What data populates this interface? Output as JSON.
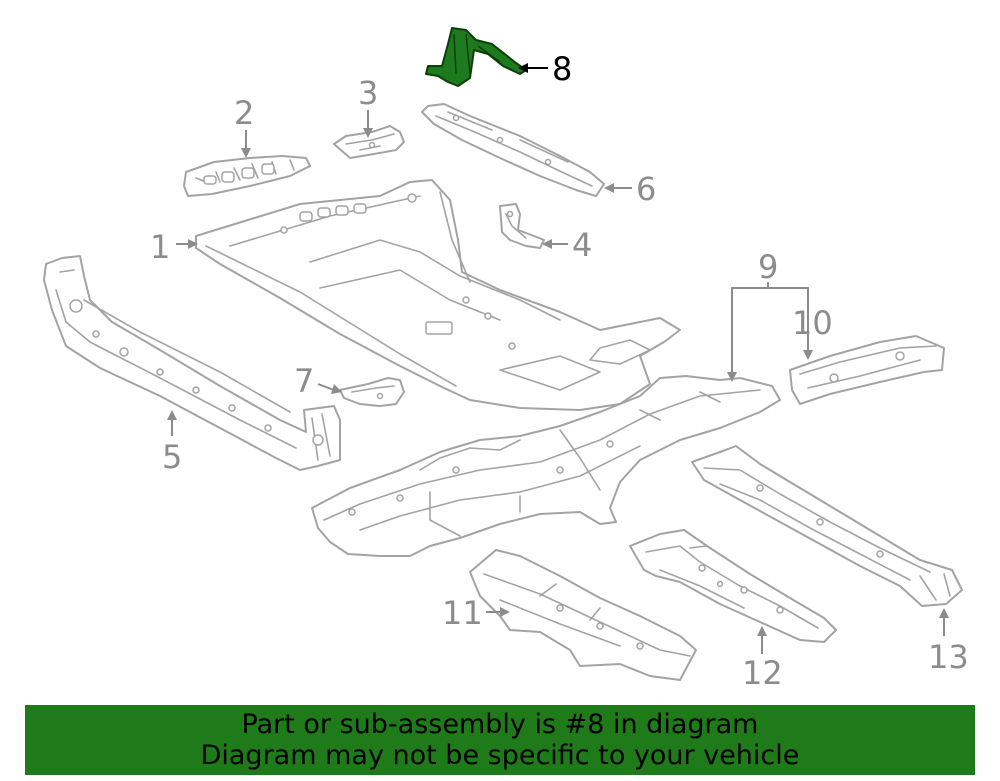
{
  "callouts": {
    "c1": "1",
    "c2": "2",
    "c3": "3",
    "c4": "4",
    "c5": "5",
    "c6": "6",
    "c7": "7",
    "c8": "8",
    "c9": "9",
    "c10": "10",
    "c11": "11",
    "c12": "12",
    "c13": "13"
  },
  "highlighted_part": "8",
  "colors": {
    "highlight": "#1d7a1d",
    "banner": "#1f7a1a",
    "outline": "#a3a3a3"
  },
  "banner": {
    "line1": "Part or sub-assembly is #8 in diagram",
    "line2": "Diagram may not be specific to your vehicle"
  }
}
